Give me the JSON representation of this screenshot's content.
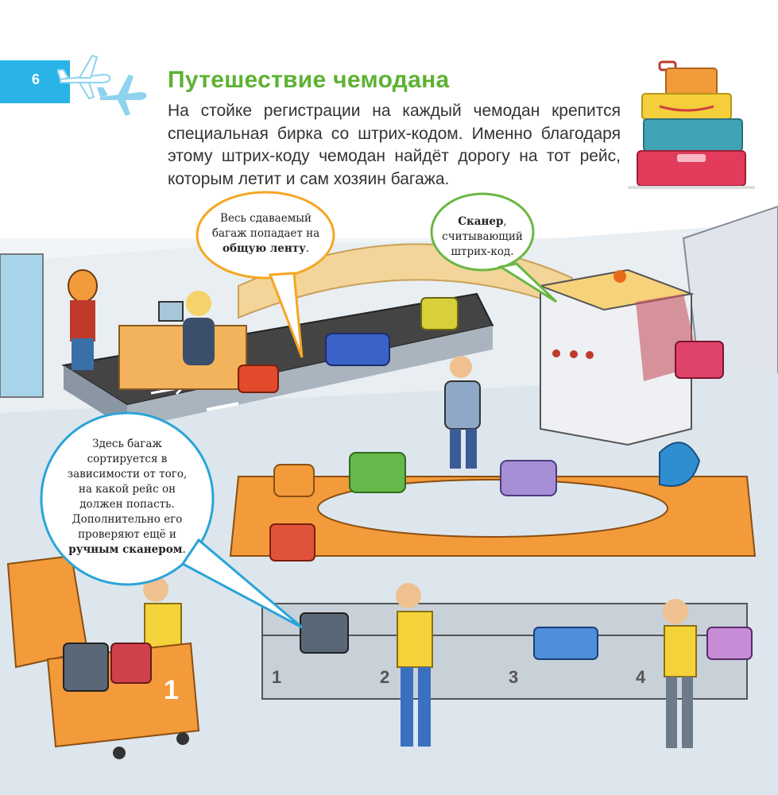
{
  "page": {
    "number": "6",
    "title": "Путешествие чемодана",
    "intro": "На стойке регистрации на каждый чемодан крепится специальная бирка со штрих-кодом. Именно благодаря этому штрих-коду чемодан найдёт дорогу на тот рейс, которым летит и сам хозяин багажа."
  },
  "bubbles": {
    "belt": {
      "pre": "Весь сдаваемый багаж попадает на ",
      "bold": "общую ленту",
      "post": "."
    },
    "scanner": {
      "bold": "Сканер",
      "rest": ", считывающий штрих-код."
    },
    "sorting": {
      "pre": "Здесь багаж сортируется в зависимости от того, на какой рейс он должен попасть. Дополнительно его проверяют ещё и ",
      "bold": "ручным сканером",
      "post": "."
    }
  },
  "scene": {
    "sort_numbers": [
      "1",
      "2",
      "3",
      "4"
    ],
    "cart_number": "1"
  },
  "colors": {
    "tab": "#29b3e6",
    "title": "#5db233",
    "belt_bubble": "#f5a623",
    "scanner_bubble": "#6ab744",
    "sorting_bubble": "#2aa4d8",
    "orange": "#f39a3a"
  }
}
